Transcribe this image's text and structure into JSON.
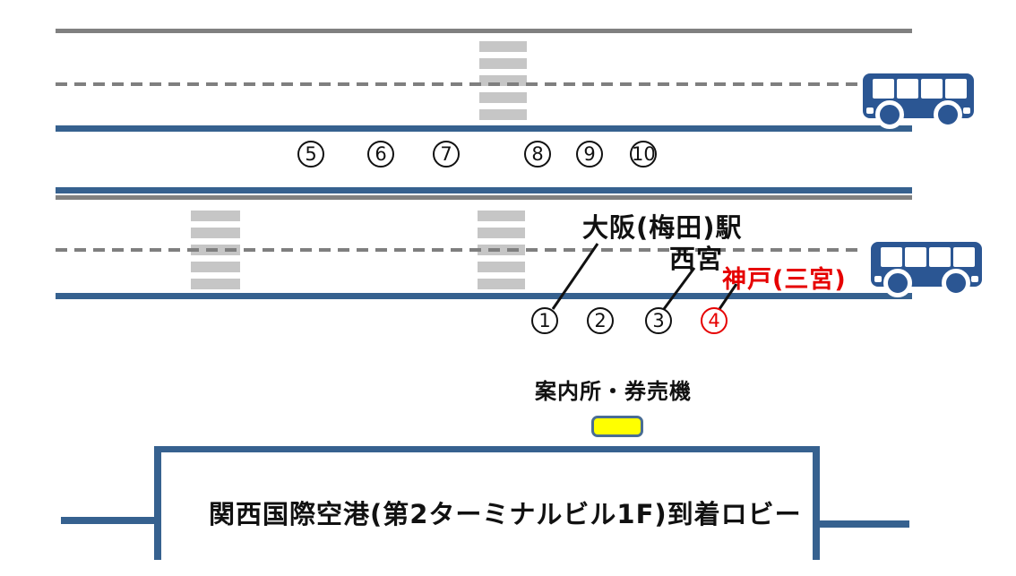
{
  "colors": {
    "road_blue": "#36618F",
    "road_edge_gray": "#808080",
    "dash_gray": "#7F7F7F",
    "crosswalk_gray": "#C6C6C6",
    "bus_blue": "#2B5693",
    "highlight_red": "#E60000",
    "ticket_fill": "#FFFF00",
    "ticket_border": "#4A6D94",
    "text_black": "#111111"
  },
  "stops": {
    "upper": [
      "5",
      "6",
      "7",
      "8",
      "9",
      "10"
    ],
    "lower": [
      "1",
      "2",
      "3",
      "4"
    ],
    "highlighted_stop": "4"
  },
  "destinations": {
    "osaka_umeda": "大阪(梅田)駅",
    "nishinomiya": "西宮",
    "kobe_sannomiya": "神戸(三宮)"
  },
  "facilities": {
    "info_ticket": "案内所・券売機"
  },
  "building": {
    "label": "関西国際空港(第2ターミナルビル1F)到着ロビー"
  },
  "icons": {
    "bus": "bus-icon",
    "crosswalk": "crosswalk-stripes"
  }
}
